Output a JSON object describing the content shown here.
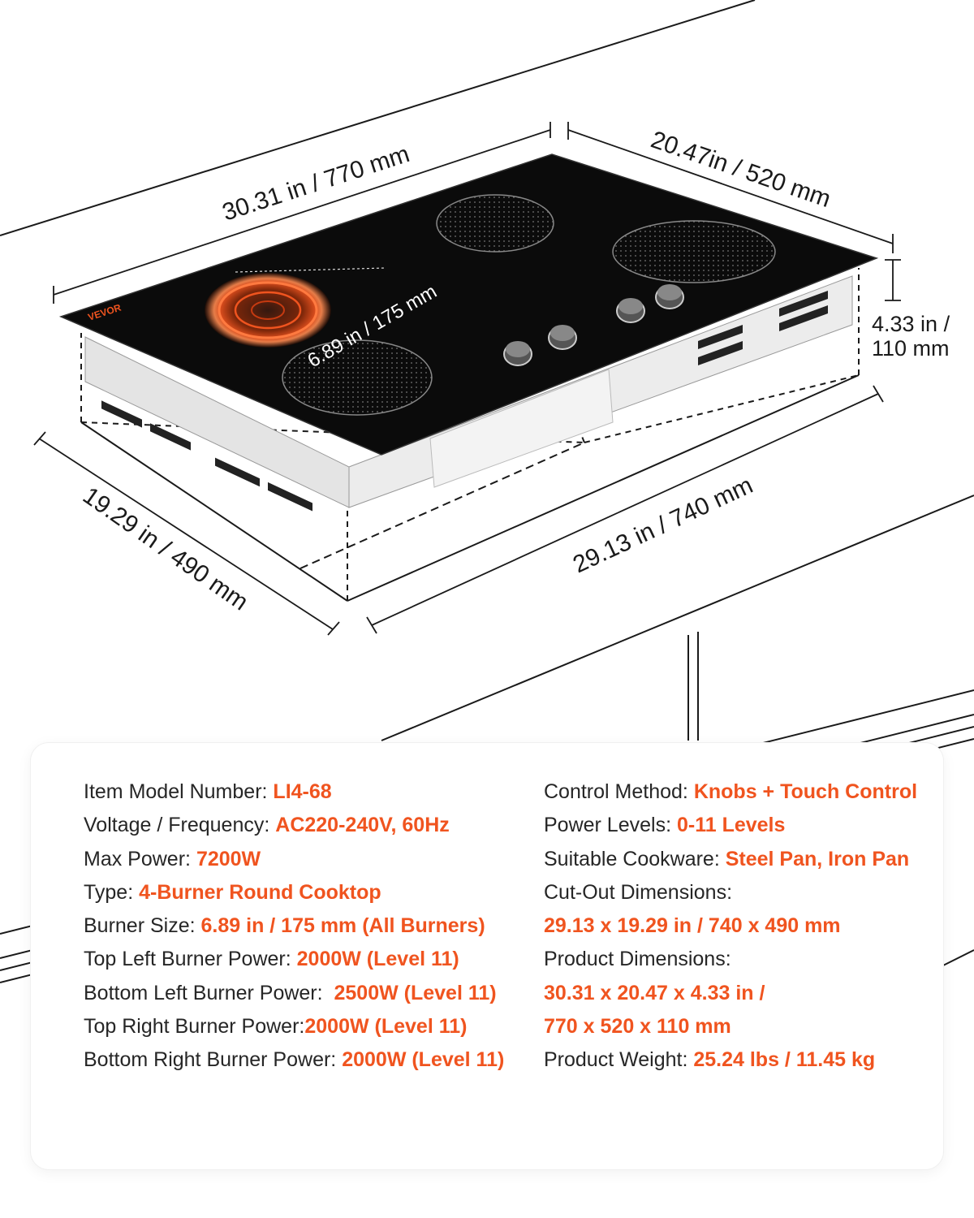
{
  "diagram": {
    "dimensions": {
      "top_width": "30.31 in / 770 mm",
      "top_depth": "20.47in / 520 mm",
      "burner_size": "6.89 in / 175 mm",
      "height_line1": "4.33 in /",
      "height_line2": "110 mm",
      "cutout_depth": "19.29 in / 490 mm",
      "cutout_width": "29.13 in / 740 mm"
    },
    "brand": "VEVOR",
    "colors": {
      "accent": "#f0541f",
      "glass": "#0b0b0b",
      "steel": "#d9d9d9",
      "line": "#1a1a1a"
    }
  },
  "specs": {
    "left": [
      {
        "label": "Item Model Number: ",
        "value": "LI4-68"
      },
      {
        "label": "Voltage / Frequency: ",
        "value": "AC220-240V, 60Hz"
      },
      {
        "label": "Max Power: ",
        "value": "7200W"
      },
      {
        "label": "Type: ",
        "value": "4-Burner Round Cooktop"
      },
      {
        "label": "Burner Size: ",
        "value": "6.89 in / 175 mm (All Burners)"
      },
      {
        "label": "Top Left Burner Power: ",
        "value": "2000W (Level 11)"
      },
      {
        "label": "Bottom Left Burner Power:  ",
        "value": "2500W (Level 11)"
      },
      {
        "label": "Top Right Burner Power:",
        "value": "2000W (Level 11)"
      },
      {
        "label": "Bottom Right Burner Power: ",
        "value": "2000W (Level 11)"
      }
    ],
    "right": [
      {
        "label": "Control Method: ",
        "value": "Knobs + Touch Control"
      },
      {
        "label": "Power Levels: ",
        "value": "0-11 Levels"
      },
      {
        "label": "Suitable Cookware: ",
        "value": "Steel Pan, Iron Pan"
      },
      {
        "label": "Cut-Out Dimensions:",
        "value": ""
      },
      {
        "label": "",
        "value": "29.13 x 19.29 in / 740 x 490 mm"
      },
      {
        "label": "Product Dimensions:",
        "value": ""
      },
      {
        "label": "",
        "value": "30.31 x 20.47 x 4.33 in /"
      },
      {
        "label": "",
        "value": "770 x 520 x 110 mm"
      },
      {
        "label": "Product Weight: ",
        "value": "25.24 lbs / 11.45 kg"
      }
    ]
  }
}
